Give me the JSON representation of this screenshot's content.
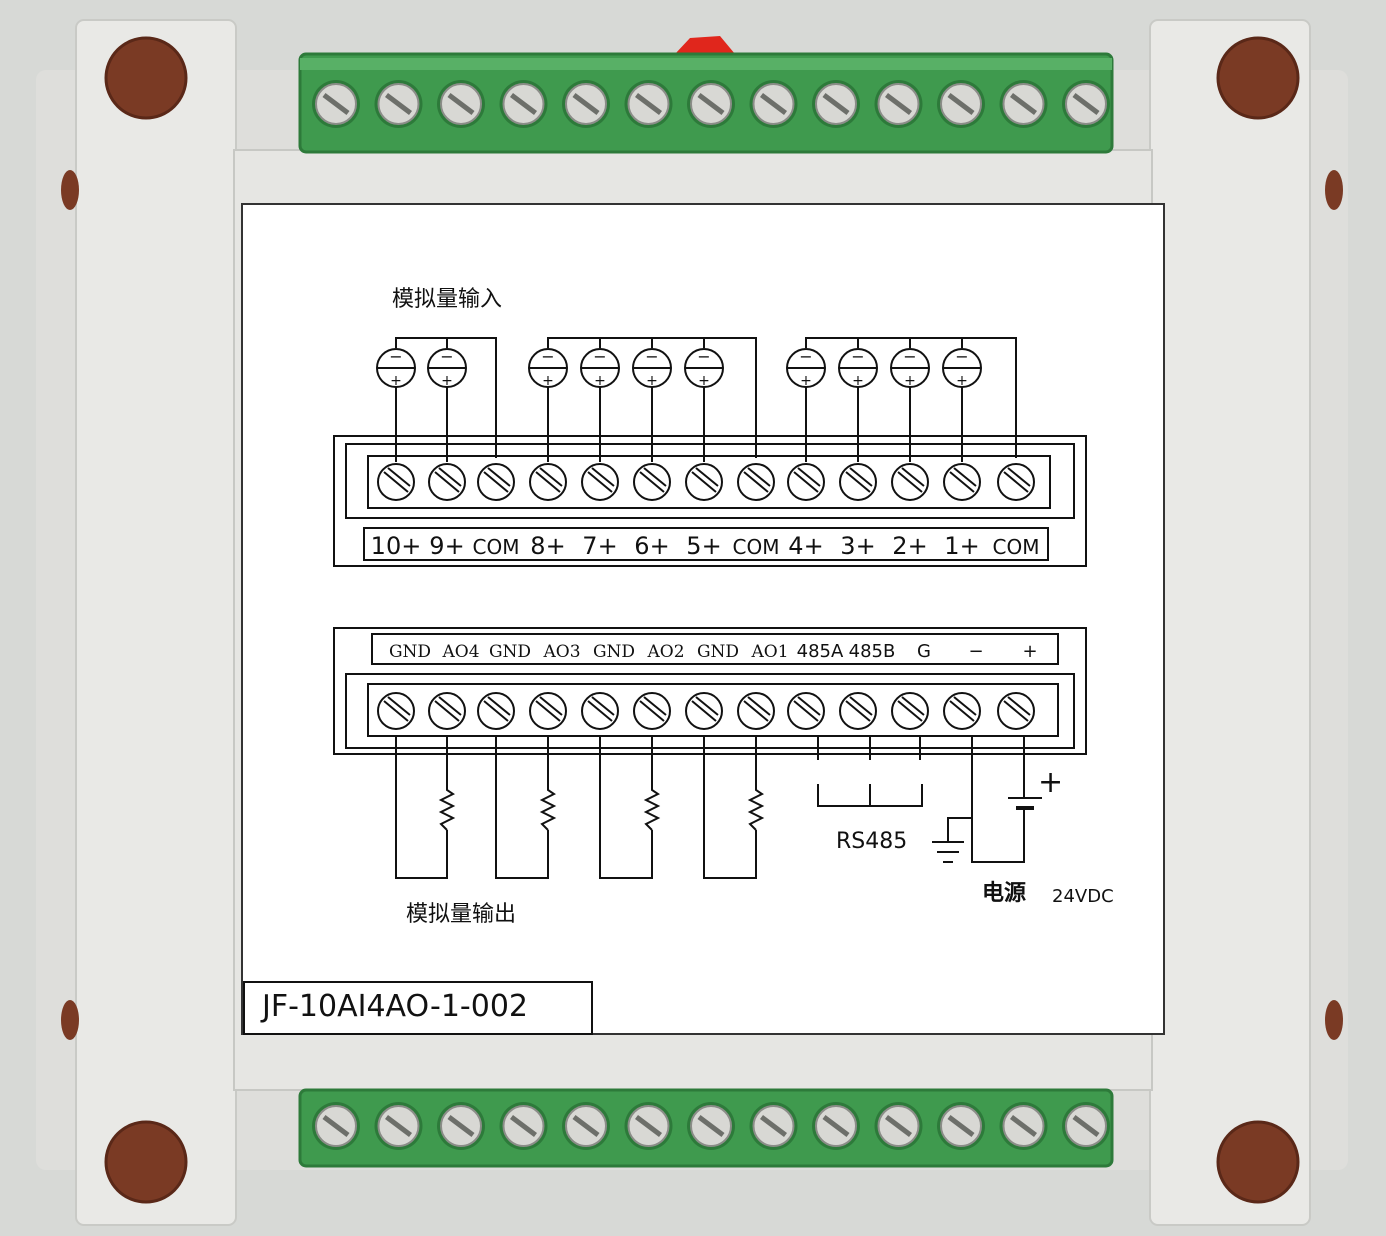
{
  "colors": {
    "background": "#d9dbd9",
    "housing": "#e7e7e4",
    "housing_shade": "#cfd0cc",
    "terminal_green": "#3f9a4e",
    "terminal_green_dark": "#2d7a3a",
    "screw": "#dcdcd8",
    "mount_hole": "#7a3a24",
    "release_tab": "#e0261c",
    "label_paper": "#ffffff",
    "ink": "#111111"
  },
  "input_section": {
    "title": "模拟量输入",
    "terminal_labels": [
      "10+",
      "9+",
      "COM",
      "8+",
      "7+",
      "6+",
      "5+",
      "COM",
      "4+",
      "3+",
      "2+",
      "1+",
      "COM"
    ],
    "source_minus_symbol": "−",
    "source_plus_symbol": "+"
  },
  "output_section": {
    "terminal_labels": [
      "GND",
      "AO4",
      "GND",
      "AO3",
      "GND",
      "AO2",
      "GND",
      "AO1",
      "485A",
      "485B",
      "G",
      "−",
      "+"
    ],
    "title": "模拟量输出",
    "rs485_label": "RS485",
    "power_label": "电源",
    "power_voltage": "24VDC",
    "battery_plus": "+"
  },
  "model_number": "JF-10AI4AO-1-002",
  "icon_names": [
    "mount-hole-icon",
    "terminal-screw-icon",
    "current-source-icon",
    "resistor-icon",
    "ground-icon",
    "battery-icon",
    "release-tab-icon"
  ]
}
